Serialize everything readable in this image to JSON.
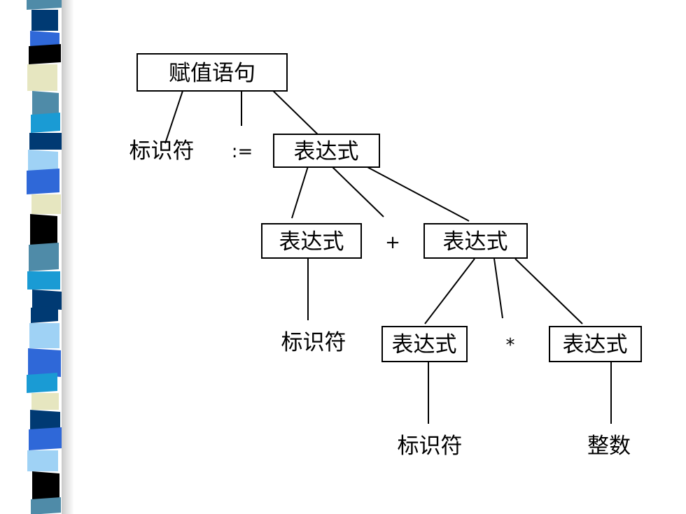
{
  "slide": {
    "sidebar_colors": {
      "black": "#000000",
      "navy": "#003a73",
      "blue": "#2f68d8",
      "teal": "#4f8ba8",
      "cyan": "#1a9bd4",
      "light_blue": "#9fd2f5",
      "cream": "#e6e6c0"
    }
  },
  "parse_tree": {
    "root": "赋值语句",
    "identifier": "标识符",
    "assign_op": ":=",
    "expression": "表达式",
    "plus_op": "+",
    "times_op": "*",
    "integer": "整数"
  }
}
